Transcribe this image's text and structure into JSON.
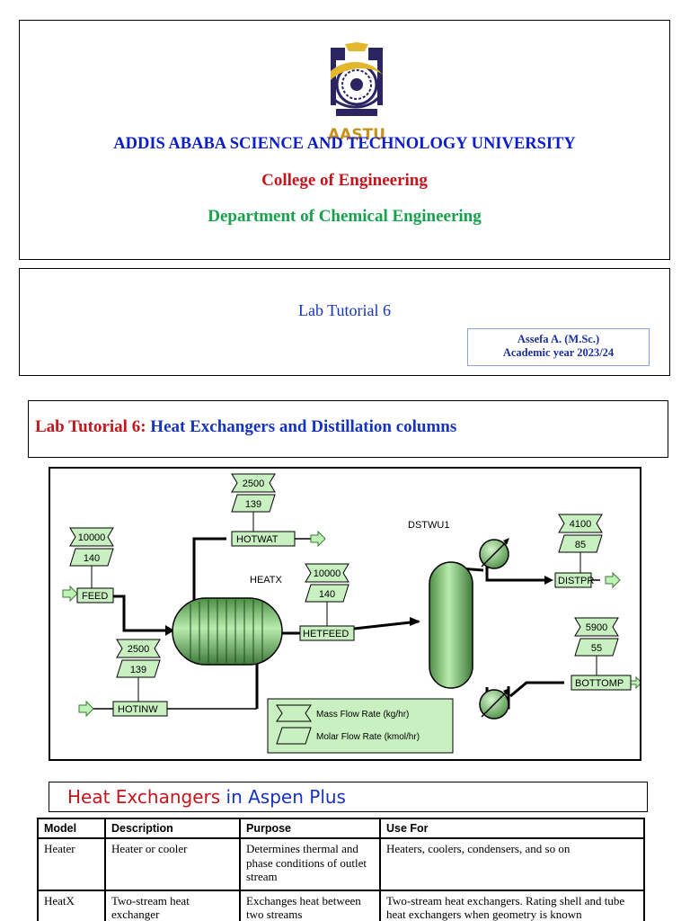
{
  "title_card": {
    "logo_text": "AASTU",
    "university": "ADDIS ABABA SCIENCE AND TECHNOLOGY UNIVERSITY",
    "college": "College of Engineering",
    "department": "Department of Chemical Engineering"
  },
  "lab_card": {
    "title": "Lab Tutorial 6",
    "author": "Assefa A. (M.Sc.)",
    "academic_year": "Academic year 2023/24"
  },
  "section": {
    "prefix": "Lab Tutorial 6: ",
    "title": "Heat Exchangers and Distillation columns"
  },
  "flowsheet": {
    "blocks": {
      "heatx": "HEATX",
      "column": "DSTWU1"
    },
    "streams": {
      "feed": {
        "label": "FEED",
        "mass": "10000",
        "molar": "140"
      },
      "hotwat": {
        "label": "HOTWAT",
        "mass": "2500",
        "molar": "139"
      },
      "hotinw": {
        "label": "HOTINW",
        "mass": "2500",
        "molar": "139"
      },
      "hetfeed": {
        "label": "HETFEED",
        "mass": "10000",
        "molar": "140"
      },
      "distpr": {
        "label": "DISTPR",
        "mass": "4100",
        "molar": "85"
      },
      "bottomp": {
        "label": "BOTTOMP",
        "mass": "5900",
        "molar": "55"
      }
    },
    "legend": {
      "mass": "Mass Flow Rate (kg/hr)",
      "molar": "Molar Flow Rate (kmol/hr)"
    },
    "colors": {
      "block_fill": "#8fd48a",
      "label_fill": "#c8f0c0",
      "line": "#000000"
    }
  },
  "heat_exchangers": {
    "title_a": "Heat Exchangers",
    "title_b": " in Aspen Plus",
    "columns": [
      "Model",
      "Description",
      "Purpose",
      "Use For"
    ],
    "rows": [
      [
        "Heater",
        "Heater or cooler",
        "Determines thermal and phase conditions of outlet stream",
        "Heaters, coolers, condensers, and so on"
      ],
      [
        "HeatX",
        "Two-stream heat exchanger",
        "Exchanges heat between two streams",
        "Two-stream heat exchangers. Rating shell and tube heat exchangers when geometry is known"
      ]
    ]
  }
}
